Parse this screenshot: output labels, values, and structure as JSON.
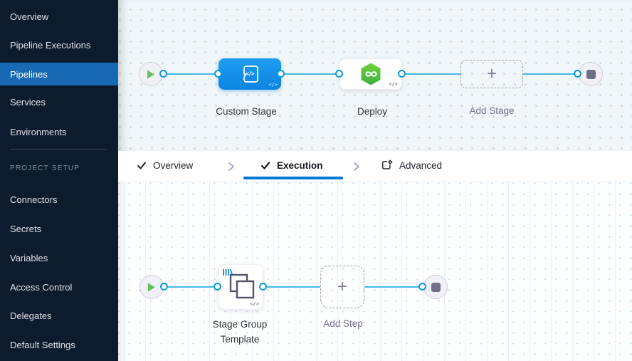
{
  "sidebar": {
    "items": [
      {
        "label": "Overview",
        "active": false
      },
      {
        "label": "Pipeline Executions",
        "active": false
      },
      {
        "label": "Pipelines",
        "active": true
      },
      {
        "label": "Services",
        "active": false
      },
      {
        "label": "Environments",
        "active": false
      }
    ],
    "section_label": "PROJECT SETUP",
    "setup_items": [
      {
        "label": "Connectors"
      },
      {
        "label": "Secrets"
      },
      {
        "label": "Variables"
      },
      {
        "label": "Access Control"
      },
      {
        "label": "Delegates"
      },
      {
        "label": "Default Settings"
      }
    ]
  },
  "stage_canvas": {
    "nodes": {
      "custom_stage": {
        "label": "Custom Stage",
        "code_badge": "</>"
      },
      "deploy": {
        "label": "Deploy",
        "code_badge": "</>"
      },
      "add_stage": {
        "label": "Add Stage"
      }
    }
  },
  "tab_bar": {
    "tabs": [
      {
        "label": "Overview",
        "icon": "check-icon",
        "active": false
      },
      {
        "label": "Execution",
        "icon": "check-icon",
        "active": true
      },
      {
        "label": "Advanced",
        "icon": "advanced-icon",
        "active": false
      }
    ]
  },
  "execution_canvas": {
    "nodes": {
      "stage_group_template": {
        "label": "Stage Group Template",
        "code_badge": "</>"
      },
      "add_step": {
        "label": "Add Step"
      }
    }
  },
  "icons": {
    "start": "play-icon",
    "end": "stop-icon",
    "custom_stage": "code-stage-icon",
    "deploy": "harness-cd-icon",
    "template_badge": "template-icon",
    "plus_glyph": "+"
  },
  "colors": {
    "sidebar_bg": "#0d1c2c",
    "sidebar_active": "#1669b2",
    "node_blue": "#0d8ce6",
    "deploy_green": "#4cbb3a",
    "link_blue": "#45b9e8",
    "port_ring": "#0a9be0",
    "tab_underline": "#0278d5"
  }
}
